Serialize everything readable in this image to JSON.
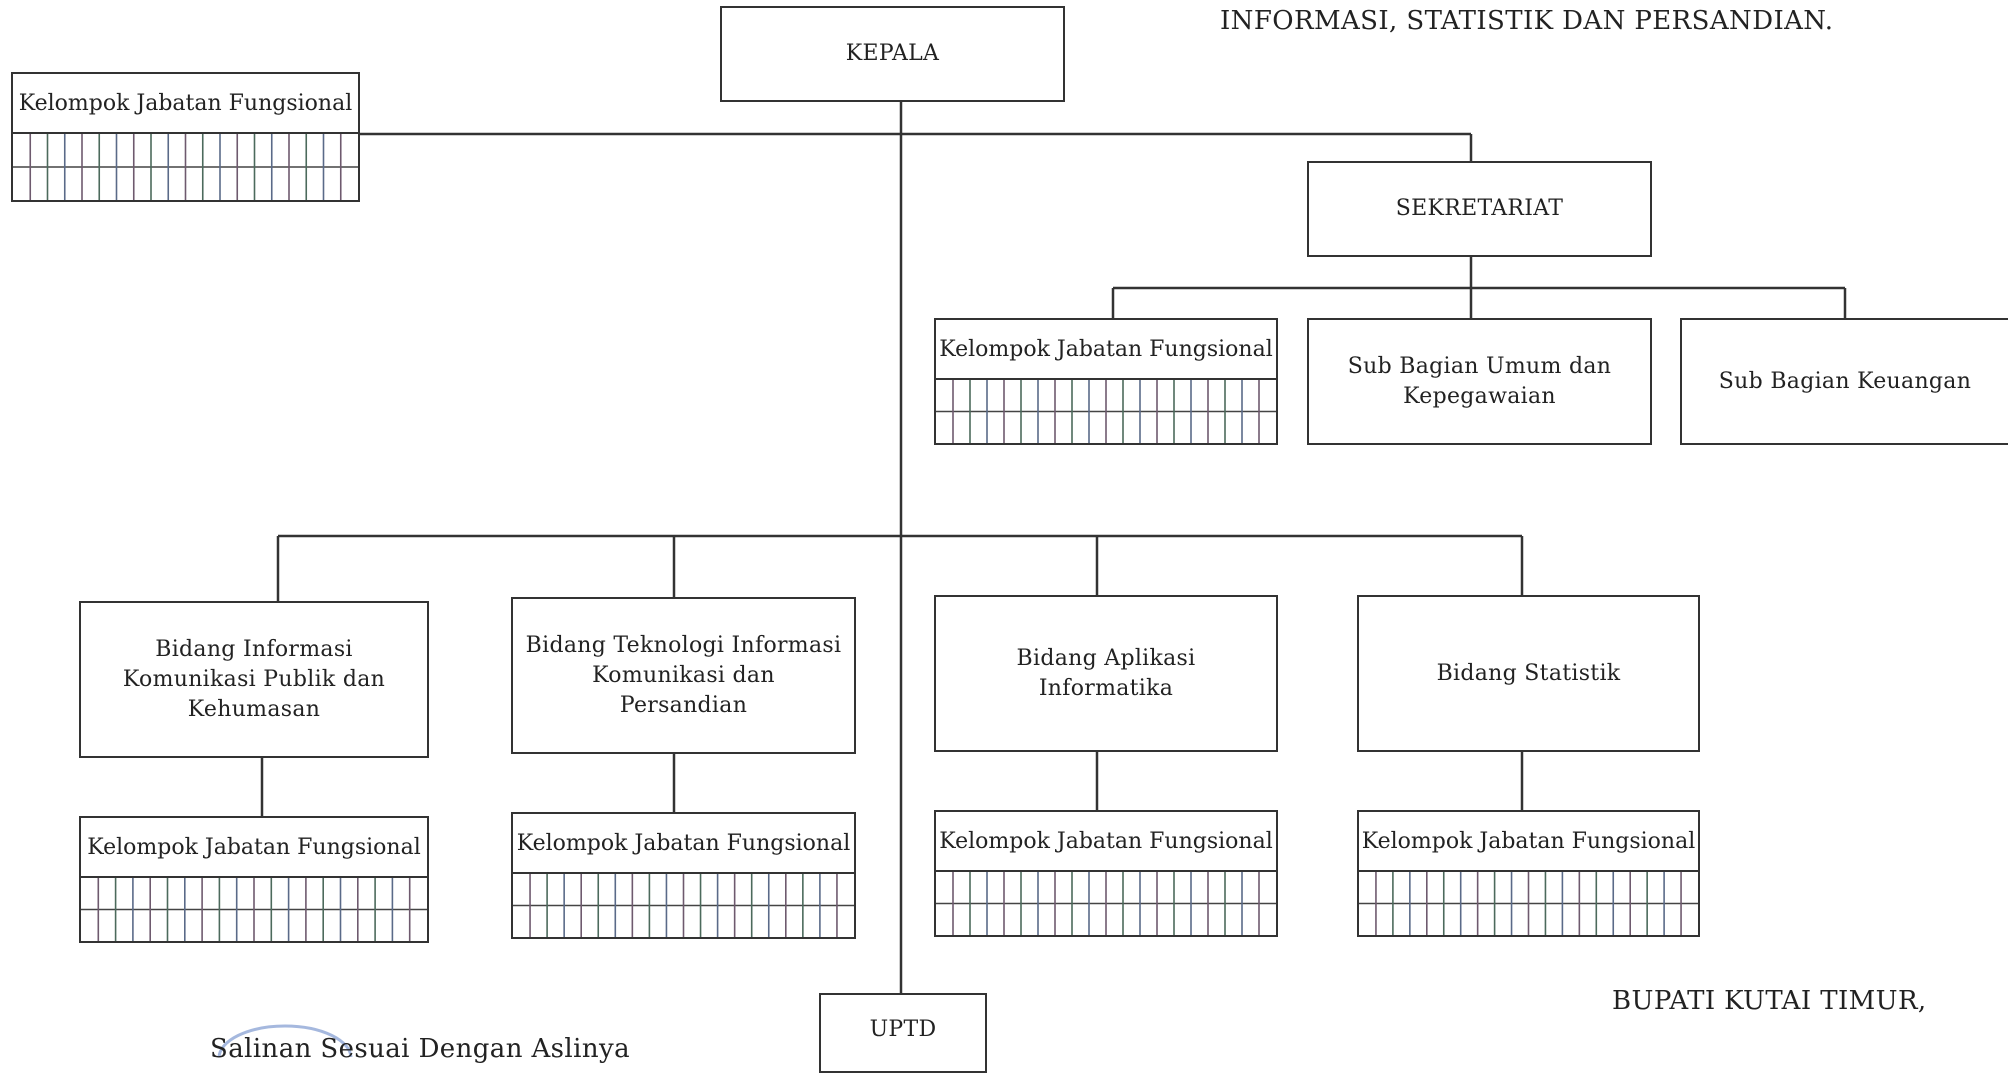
{
  "header": {
    "title_fragment": "INFORMASI, STATISTIK DAN PERSANDIAN."
  },
  "org": {
    "kepala": "KEPALA",
    "sekretariat": "SEKRETARIAT",
    "kjf_label": "Kelompok Jabatan Fungsional",
    "sub_bagian": [
      "Sub Bagian Umum dan Kepegawaian",
      "Sub Bagian Keuangan"
    ],
    "bidang": [
      "Bidang Informasi Komunikasi Publik dan Kehumasan",
      "Bidang Teknologi Informasi Komunikasi dan Persandian",
      "Bidang Aplikasi Informatika",
      "Bidang Statistik"
    ],
    "uptd": "UPTD"
  },
  "footer": {
    "signature_title": "BUPATI KUTAI TIMUR,",
    "stamp_text": "Salinan Sesuai Dengan Aslinya"
  }
}
